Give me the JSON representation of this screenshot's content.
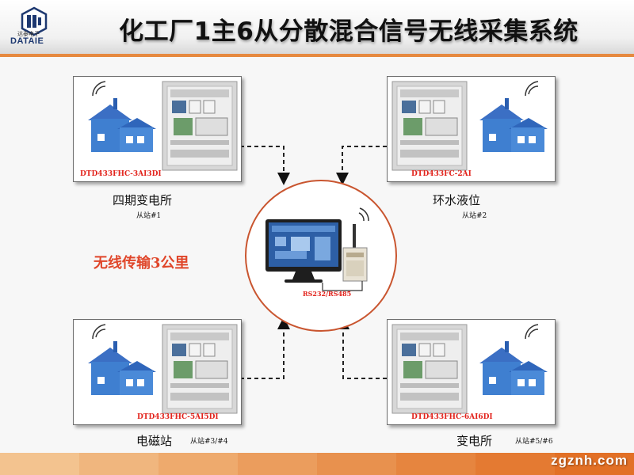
{
  "header": {
    "title": "化工厂1主6从分散混合信号无线采集系统",
    "logo_cn": "达泰电子",
    "logo_en": "DATAIE"
  },
  "stations": [
    {
      "model": "DTD433FHC-3AI3DI",
      "name": "四期变电所",
      "sub": "从站#1"
    },
    {
      "model": "DTD433FC-2AI",
      "name": "环水液位",
      "sub": "从站#2"
    },
    {
      "model": "DTD433FHC-5AI5DI",
      "name": "电磁站",
      "sub": "从站#3/#4"
    },
    {
      "model": "DTD433FHC-6AI6DI",
      "name": "变电所",
      "sub": "从站#5/#6"
    }
  ],
  "center": {
    "interface_label": "RS232/RS485"
  },
  "wireless_label": "无线传输3公里",
  "watermark": "zgznh.com",
  "colors": {
    "accent_orange": "#e6893f",
    "label_red": "#e2221b",
    "house_blue": "#3f7fd0",
    "circle_border": "#c9552f"
  }
}
